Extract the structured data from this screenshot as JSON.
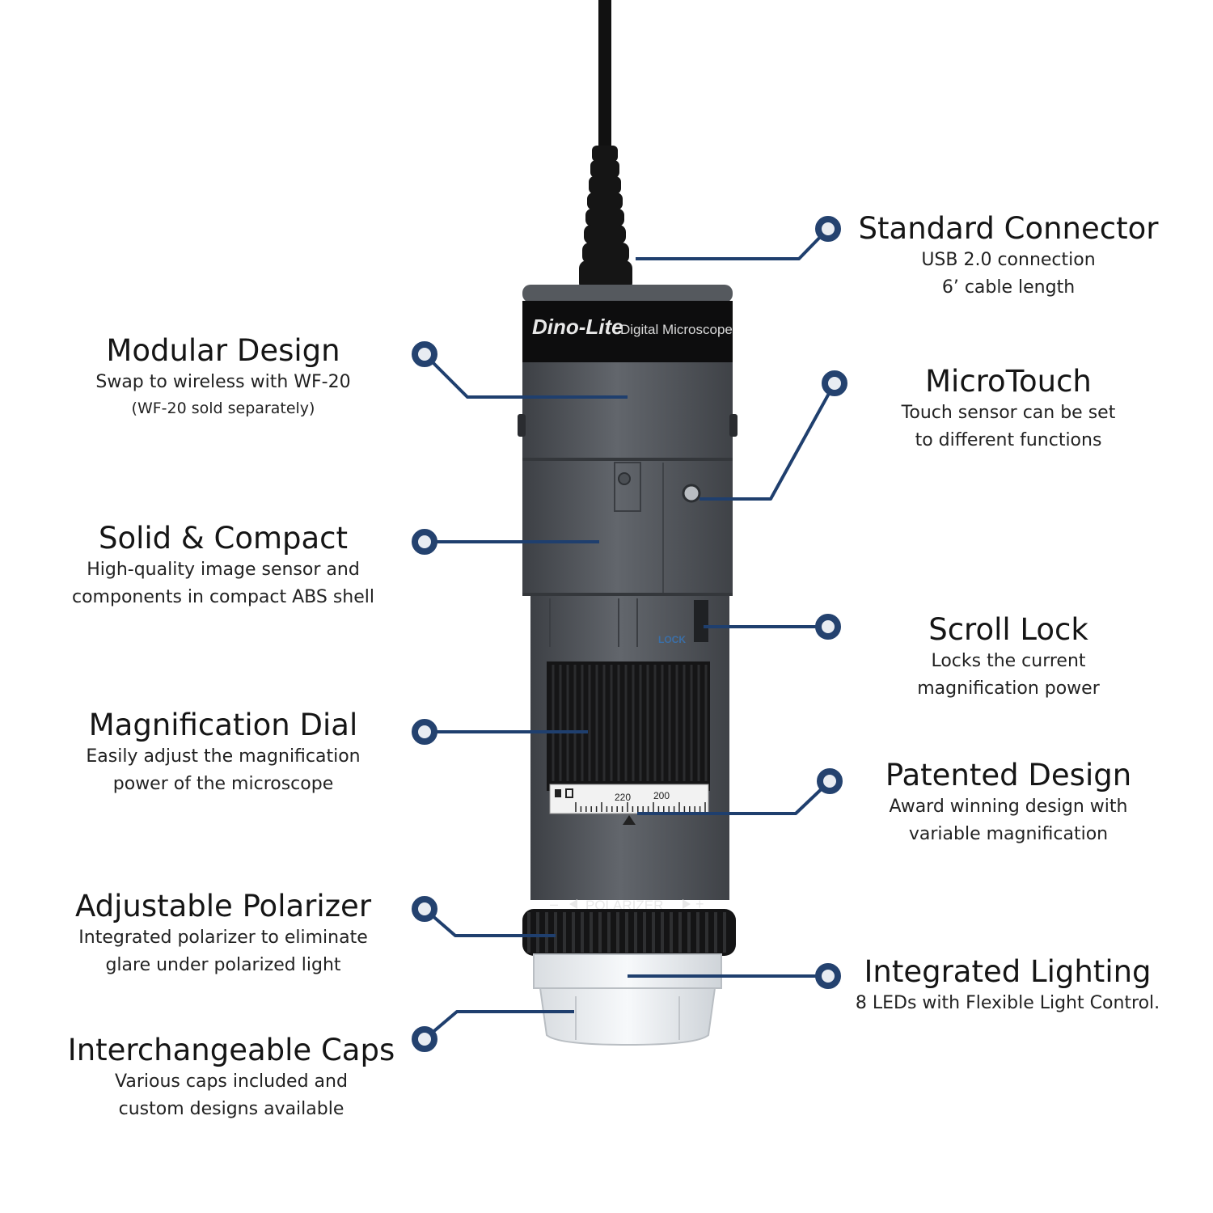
{
  "product": {
    "brand": "Dino-Lite",
    "model_label": "Digital Microscope",
    "lock_label": "LOCK",
    "polarizer_label": "POLARIZER",
    "polarizer_minus": "–",
    "polarizer_plus": "+",
    "dial_marks": [
      "220",
      "200"
    ]
  },
  "features": [
    {
      "title": "Standard Connector",
      "lines": [
        "USB 2.0 connection",
        "6’ cable length"
      ]
    },
    {
      "title": "Modular Design",
      "lines": [
        "Swap to wireless with WF-20",
        "(WF-20 sold separately)"
      ]
    },
    {
      "title": "MicroTouch",
      "lines": [
        "Touch sensor can be set",
        "to different functions"
      ]
    },
    {
      "title": "Solid & Compact",
      "lines": [
        "High-quality image sensor and",
        "components in compact ABS shell"
      ]
    },
    {
      "title": "Scroll Lock",
      "lines": [
        "Locks the current",
        "magnification power"
      ]
    },
    {
      "title": "Magnification Dial",
      "lines": [
        "Easily adjust the magnification",
        "power of the microscope"
      ]
    },
    {
      "title": "Patented Design",
      "lines": [
        "Award winning design with",
        "variable magnification"
      ]
    },
    {
      "title": "Adjustable Polarizer",
      "lines": [
        "Integrated polarizer to eliminate",
        "glare under polarized light"
      ]
    },
    {
      "title": "Integrated Lighting",
      "lines": [
        "8 LEDs with Flexible Light Control."
      ]
    },
    {
      "title": "Interchangeable Caps",
      "lines": [
        "Various caps included and",
        "custom designs available"
      ]
    }
  ],
  "colors": {
    "callout": "#1f3f6e",
    "dot": "#24426f",
    "body": "#555a60"
  }
}
